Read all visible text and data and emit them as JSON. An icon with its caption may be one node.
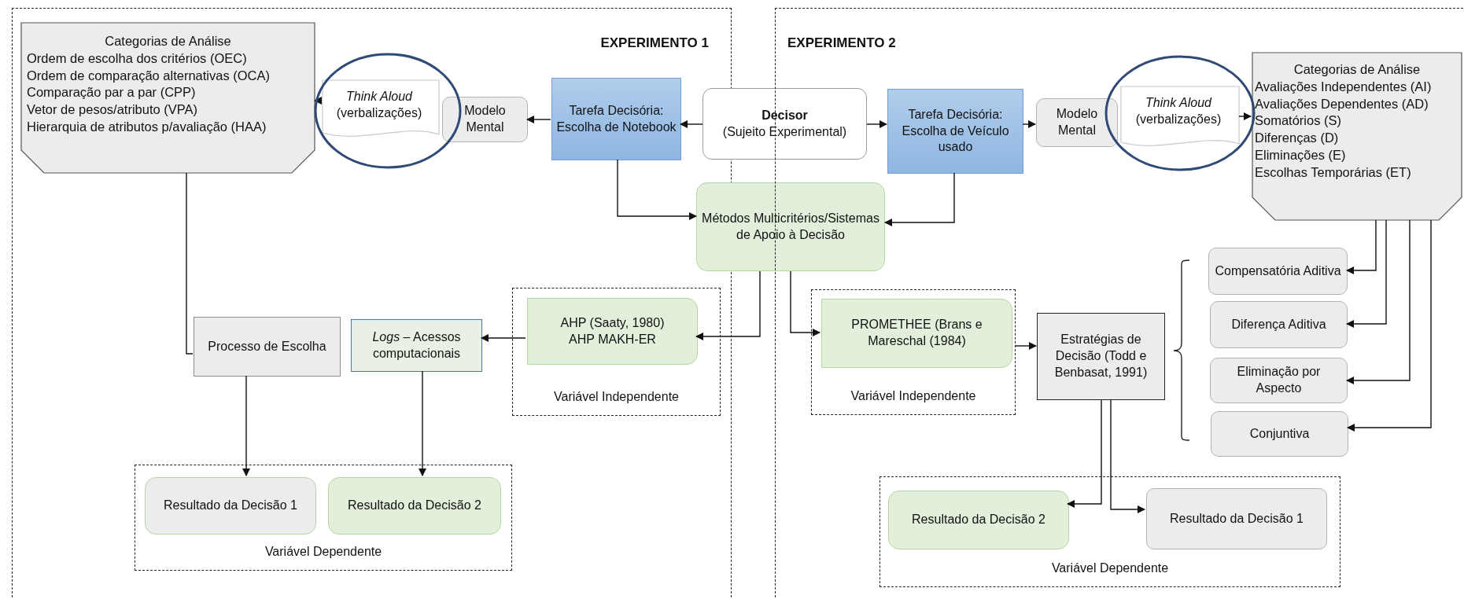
{
  "diagram": {
    "nodes": [
      {
        "text": [
          "EXPERIMENTO 1"
        ]
      },
      {
        "text": [
          "Categorias de Análise",
          "Ordem de escolha dos critérios (OEC)",
          "Ordem de comparação alternativas (OCA)",
          "Comparação par a par (CPP)",
          "Vetor de pesos/atributo (VPA)",
          "Hierarquia de atributos p/avaliação (HAA)"
        ],
        "in": 0
      },
      {
        "text": [
          "Think Aloud",
          "(verbalizações)"
        ],
        "in": 0
      },
      {
        "text": [
          "Modelo Mental"
        ],
        "in": 0
      },
      {
        "text": [
          "Tarefa Decisória: Escolha de Notebook"
        ],
        "in": 0
      },
      {
        "text": [
          "Decisor",
          "(Sujeito Experimental)"
        ]
      },
      {
        "text": [
          "Métodos Multicritérios/Sistemas de Apoio à Decisão"
        ]
      },
      {
        "text": [
          "Variável Independente"
        ],
        "in": 0
      },
      {
        "text": [
          "AHP (Saaty, 1980)",
          "AHP MAKH-ER"
        ],
        "in": 7
      },
      {
        "text": [
          "*Logs* – Acessos computacionais"
        ],
        "in": 0
      },
      {
        "text": [
          "Processo de Escolha"
        ],
        "in": 0
      },
      {
        "text": [
          "Variável Dependente"
        ],
        "in": 0
      },
      {
        "text": [
          "Resultado da Decisão 1"
        ],
        "in": 11
      },
      {
        "text": [
          "Resultado da Decisão 2"
        ],
        "in": 11
      },
      {
        "text": [
          "EXPERIMENTO 2"
        ]
      },
      {
        "text": [
          "Tarefa Decisória: Escolha de Veículo usado"
        ],
        "in": 14
      },
      {
        "text": [
          "Modelo Mental"
        ],
        "in": 14
      },
      {
        "text": [
          "Think Aloud",
          "(verbalizações)"
        ],
        "in": 14
      },
      {
        "text": [
          "Categorias de Análise",
          "Avaliações Independentes (AI)",
          "Avaliações Dependentes (AD)",
          "Somatórios (S)",
          "Diferenças (D)",
          "Eliminações (E)",
          "Escolhas Temporárias (ET)"
        ],
        "in": 14
      },
      {
        "text": [
          "Variável Independente"
        ],
        "in": 14
      },
      {
        "text": [
          "PROMETHEE (Brans e Mareschal (1984)"
        ],
        "in": 19
      },
      {
        "text": [
          "Estratégias de Decisão (Todd e Benbasat, 1991)"
        ],
        "in": 14
      },
      {
        "text": [
          "Compensatória Aditiva"
        ],
        "in": 14
      },
      {
        "text": [
          "Diferença Aditiva"
        ],
        "in": 14
      },
      {
        "text": [
          "Eliminação por Aspecto"
        ],
        "in": 14
      },
      {
        "text": [
          "Conjuntiva"
        ],
        "in": 14
      },
      {
        "text": [
          "Variável Dependente"
        ],
        "in": 14
      },
      {
        "text": [
          "Resultado da Decisão 2"
        ],
        "in": 26
      },
      {
        "text": [
          "Resultado da Decisão 1"
        ],
        "in": 26
      }
    ],
    "edges": [
      {
        "from": 5,
        "to": 4,
        "arrow": "to"
      },
      {
        "from": 4,
        "to": 3,
        "arrow": "to"
      },
      {
        "from": 2,
        "to": 1,
        "arrow": "to"
      },
      {
        "from": 5,
        "to": 15,
        "arrow": "to"
      },
      {
        "from": 15,
        "to": 16,
        "arrow": "to"
      },
      {
        "from": 17,
        "to": 18,
        "arrow": "to"
      },
      {
        "from": 4,
        "to": 6,
        "arrow": "to"
      },
      {
        "from": 15,
        "to": 6,
        "arrow": "to"
      },
      {
        "from": 6,
        "to": 8,
        "arrow": "to"
      },
      {
        "from": 6,
        "to": 20,
        "arrow": "to"
      },
      {
        "from": 8,
        "to": 9,
        "arrow": "to"
      },
      {
        "from": 1,
        "to": 10,
        "arrow": "none"
      },
      {
        "from": 10,
        "to": 12,
        "arrow": "to"
      },
      {
        "from": 9,
        "to": 13,
        "arrow": "to"
      },
      {
        "from": 19,
        "to": 21,
        "arrow": "to"
      },
      {
        "from": 21,
        "to": 27,
        "arrow": "to"
      },
      {
        "from": 21,
        "to": 28,
        "arrow": "to"
      },
      {
        "from": 18,
        "to": 22,
        "arrow": "to"
      },
      {
        "from": 18,
        "to": 23,
        "arrow": "to"
      },
      {
        "from": 18,
        "to": 24,
        "arrow": "to"
      },
      {
        "from": 18,
        "to": 25,
        "arrow": "to"
      }
    ]
  }
}
